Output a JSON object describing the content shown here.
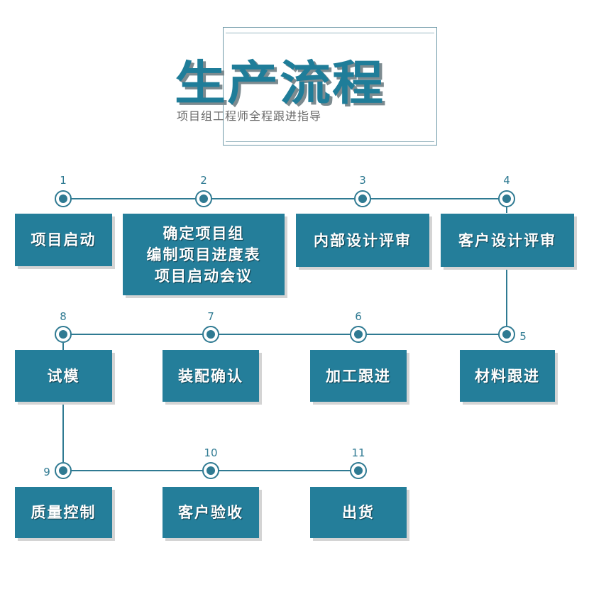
{
  "header": {
    "title": "生产流程",
    "subtitle": "项目组工程师全程跟进指导"
  },
  "steps": [
    {
      "number": "1",
      "label": "项目启动"
    },
    {
      "number": "2",
      "label": "确定项目组\n编制项目进度表\n项目启动会议"
    },
    {
      "number": "3",
      "label": "内部设计评审"
    },
    {
      "number": "4",
      "label": "客户设计评审"
    },
    {
      "number": "5",
      "label": "材料跟进"
    },
    {
      "number": "6",
      "label": "加工跟进"
    },
    {
      "number": "7",
      "label": "装配确认"
    },
    {
      "number": "8",
      "label": "试模"
    },
    {
      "number": "9",
      "label": "质量控制"
    },
    {
      "number": "10",
      "label": "客户验收"
    },
    {
      "number": "11",
      "label": "出货"
    }
  ],
  "colors": {
    "box": "#247e9a",
    "line": "#2f7a92",
    "node_fill": "#2f7a92",
    "title": "#1f7d99"
  }
}
